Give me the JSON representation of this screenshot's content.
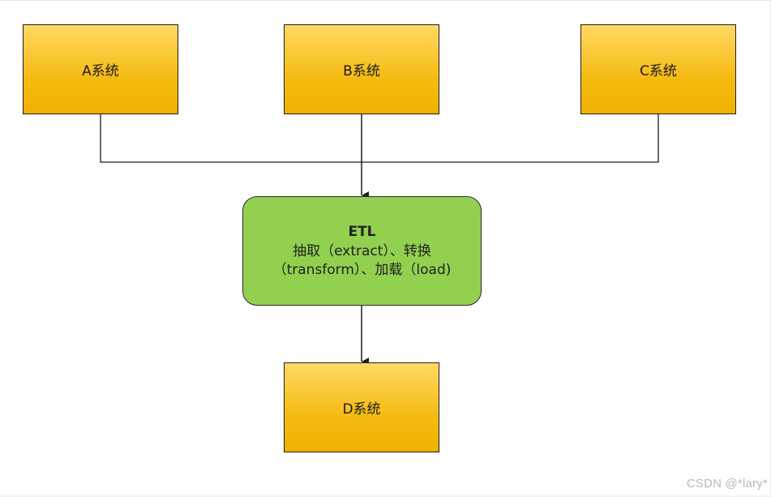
{
  "diagram": {
    "source_systems": [
      {
        "label": "A系统"
      },
      {
        "label": "B系统"
      },
      {
        "label": "C系统"
      }
    ],
    "etl": {
      "title": "ETL",
      "line1": "抽取（extract）、转换",
      "line2": "（transform）、加载（load)"
    },
    "target_system": {
      "label": "D系统"
    }
  },
  "watermark": "CSDN @*lary*",
  "colors": {
    "system_box_top": "#ffd964",
    "system_box_bottom": "#f0b000",
    "etl_fill": "#92d050",
    "line": "#1f1f1f"
  }
}
